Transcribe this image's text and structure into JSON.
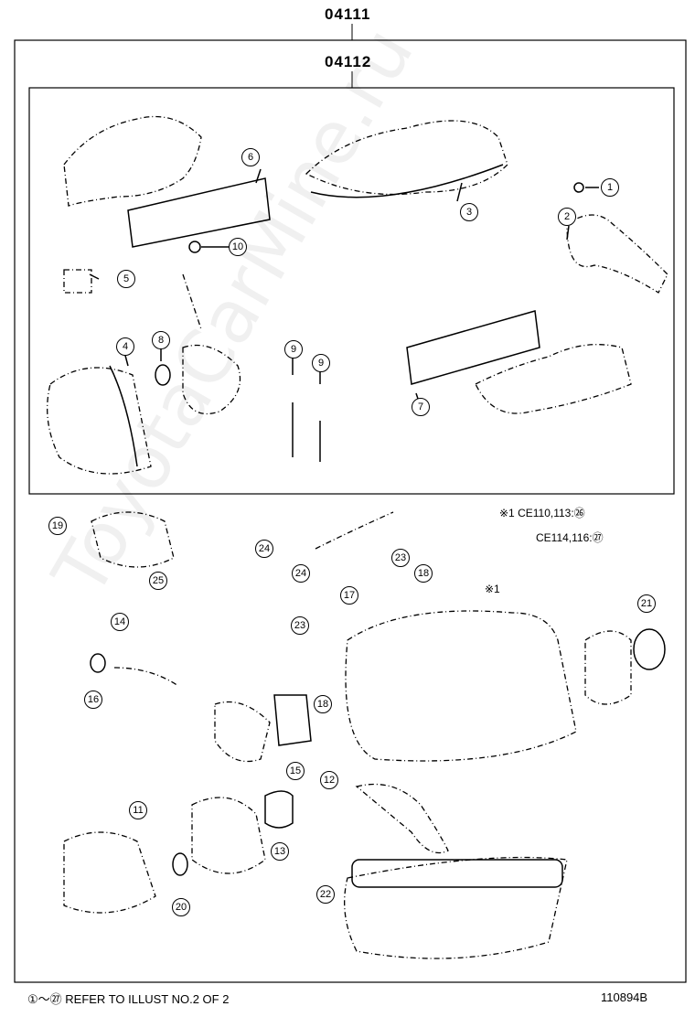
{
  "assembly_labels": {
    "outer": "04111",
    "inner": "04112"
  },
  "callouts_top": [
    "1",
    "2",
    "3",
    "4",
    "5",
    "6",
    "7",
    "8",
    "9",
    "9",
    "10"
  ],
  "callouts_bottom": [
    "11",
    "12",
    "13",
    "14",
    "15",
    "16",
    "17",
    "18",
    "18",
    "19",
    "20",
    "21",
    "22",
    "23",
    "23",
    "24",
    "24",
    "25"
  ],
  "notes": {
    "line1": "※1 CE110,113:㉖",
    "line2": "CE114,116:㉗",
    "star_marker": "※1"
  },
  "footer": {
    "reference": "①～㉗ REFER TO ILLUST NO.2 OF 2",
    "drawing_number": "110894B"
  },
  "watermark": "ToyotaCarMine.ru"
}
